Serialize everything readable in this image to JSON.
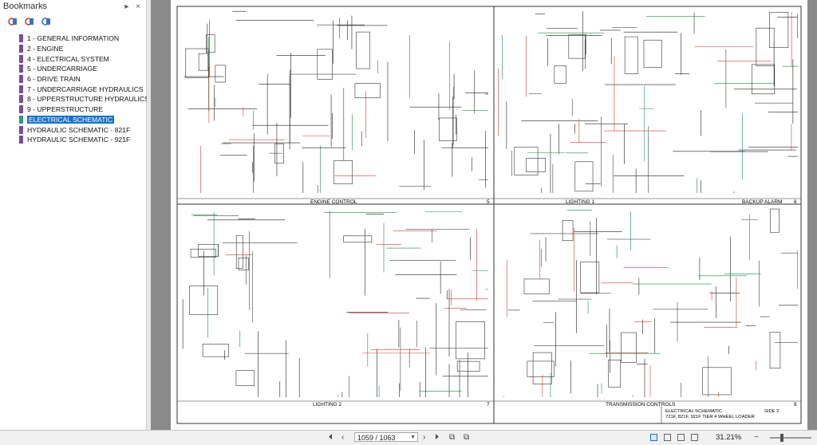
{
  "sidebar": {
    "title": "Bookmarks",
    "controls": "▸ ×",
    "bookmarks": [
      {
        "label": "1 - GENERAL INFORMATION",
        "selected": false
      },
      {
        "label": "2 - ENGINE",
        "selected": false
      },
      {
        "label": "4 - ELECTRICAL SYSTEM",
        "selected": false
      },
      {
        "label": "5 - UNDERCARRIAGE",
        "selected": false
      },
      {
        "label": "6 - DRIVE TRAIN",
        "selected": false
      },
      {
        "label": "7 - UNDERCARRIAGE HYDRAULICS",
        "selected": false
      },
      {
        "label": "8 - UPPERSTRUCTURE HYDRAULICS",
        "selected": false
      },
      {
        "label": "9 - UPPERSTRUCTURE",
        "selected": false
      },
      {
        "label": "ELECTRICAL SCHEMATIC",
        "selected": true
      },
      {
        "label": "HYDRAULIC SCHEMATIC - 821F",
        "selected": false
      },
      {
        "label": "HYDRAULIC SCHEMATIC - 921F",
        "selected": false
      }
    ]
  },
  "schematic": {
    "quadrants": [
      {
        "title": "ENGINE CONTROL",
        "number": "5"
      },
      {
        "title": "LIGHTING 1",
        "title2": "BACKUP ALARM",
        "number": "6"
      },
      {
        "title": "LIGHTING 2",
        "number": "7"
      },
      {
        "title": "TRANSMISSION CONTROLS",
        "number": "8"
      }
    ],
    "title_block": {
      "line1": "ELECTRICAL SCHEMATIC",
      "side": "SIDE 2",
      "line2": "721F, 821F, 921F TIER 4 WHEEL LOADER"
    }
  },
  "statusbar": {
    "page_value": "1059 / 1063",
    "zoom_value": "31.21%"
  },
  "colors": {
    "selection": "#1a73c9",
    "wire_green": "#1a8a4a",
    "wire_red": "#d43c3c",
    "ribbon": "#7a4aa0"
  }
}
